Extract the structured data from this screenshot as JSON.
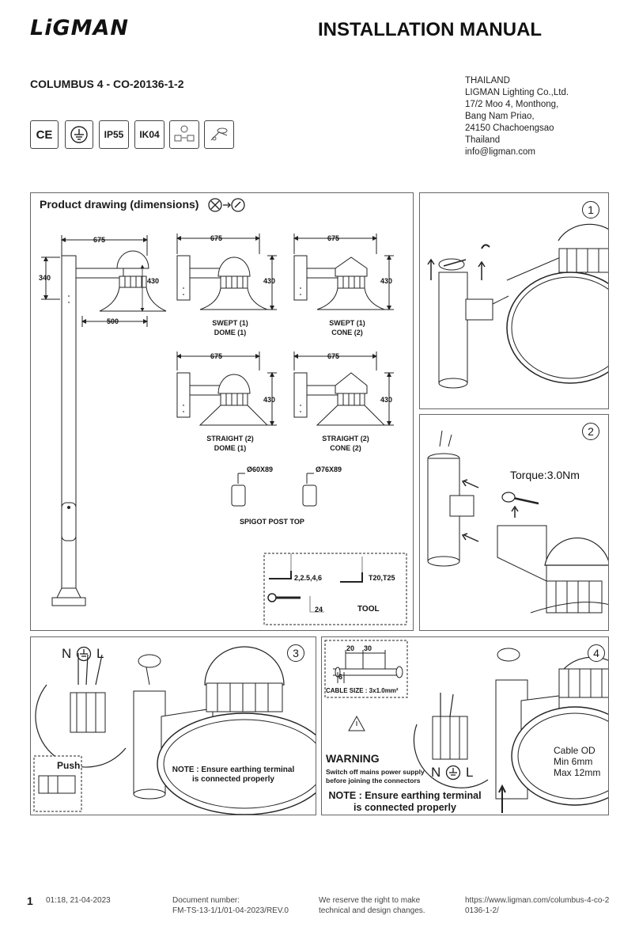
{
  "header": {
    "logo": "LiGMAN",
    "title": "INSTALLATION MANUAL",
    "model": "COLUMBUS 4 - CO-20136-1-2",
    "address": [
      "THAILAND",
      "LIGMAN Lighting Co.,Ltd.",
      "17/2 Moo 4, Monthong,",
      "Bang Nam Priao,",
      "24150 Chachoengsao",
      "Thailand",
      "info@ligman.com"
    ]
  },
  "badges": {
    "ce": "CE",
    "ip": "IP55",
    "ik": "IK04"
  },
  "panel1": {
    "title": "Product drawing (dimensions)",
    "dim_675": "675",
    "dim_340": "340",
    "dim_430": "430",
    "dim_500": "500",
    "swept_dome": [
      "SWEPT (1)",
      "DOME (1)"
    ],
    "swept_cone": [
      "SWEPT (1)",
      "CONE (2)"
    ],
    "straight_dome": [
      "STRAIGHT (2)",
      "DOME (1)"
    ],
    "straight_cone": [
      "STRAIGHT (2)",
      "CONE (2)"
    ],
    "spigot1": "Ø60X89",
    "spigot2": "Ø76X89",
    "spigot_label": "SPIGOT POST TOP",
    "tool_hex": "2,2.5,4,6",
    "tool_torx": "T20,T25",
    "tool_wrench": "24",
    "tool_label": "TOOL"
  },
  "steps": {
    "s1": "1",
    "s2": "2",
    "s3": "3",
    "s4": "4"
  },
  "step2": {
    "torque": "Torque:3.0Nm"
  },
  "step3": {
    "n": "N",
    "l": "L",
    "push": "Push",
    "note": [
      "NOTE : Ensure earthing terminal",
      "is connected properly"
    ]
  },
  "step4": {
    "strip_20": "20",
    "strip_30": "30",
    "strip_6": "6",
    "cable_size": "CABLE SIZE : 3x1.0mm²",
    "warning": "WARNING",
    "warning_text": [
      "Switch off mains power supply",
      "before joining the connectors"
    ],
    "n": "N",
    "l": "L",
    "cable_od": [
      "Cable OD",
      "Min 6mm",
      "Max 12mm"
    ],
    "note": [
      "NOTE : Ensure earthing terminal",
      "is connected properly"
    ]
  },
  "footer": {
    "page": "1",
    "datetime": "01:18, 21-04-2023",
    "doc_number": [
      "Document number:",
      "FM-TS-13-1/1/01-04-2023/REV.0"
    ],
    "reserve": [
      "We reserve the right to make",
      "technical and design changes."
    ],
    "url": [
      "https://www.ligman.com/columbus-4-co-2",
      "0136-1-2/"
    ]
  }
}
